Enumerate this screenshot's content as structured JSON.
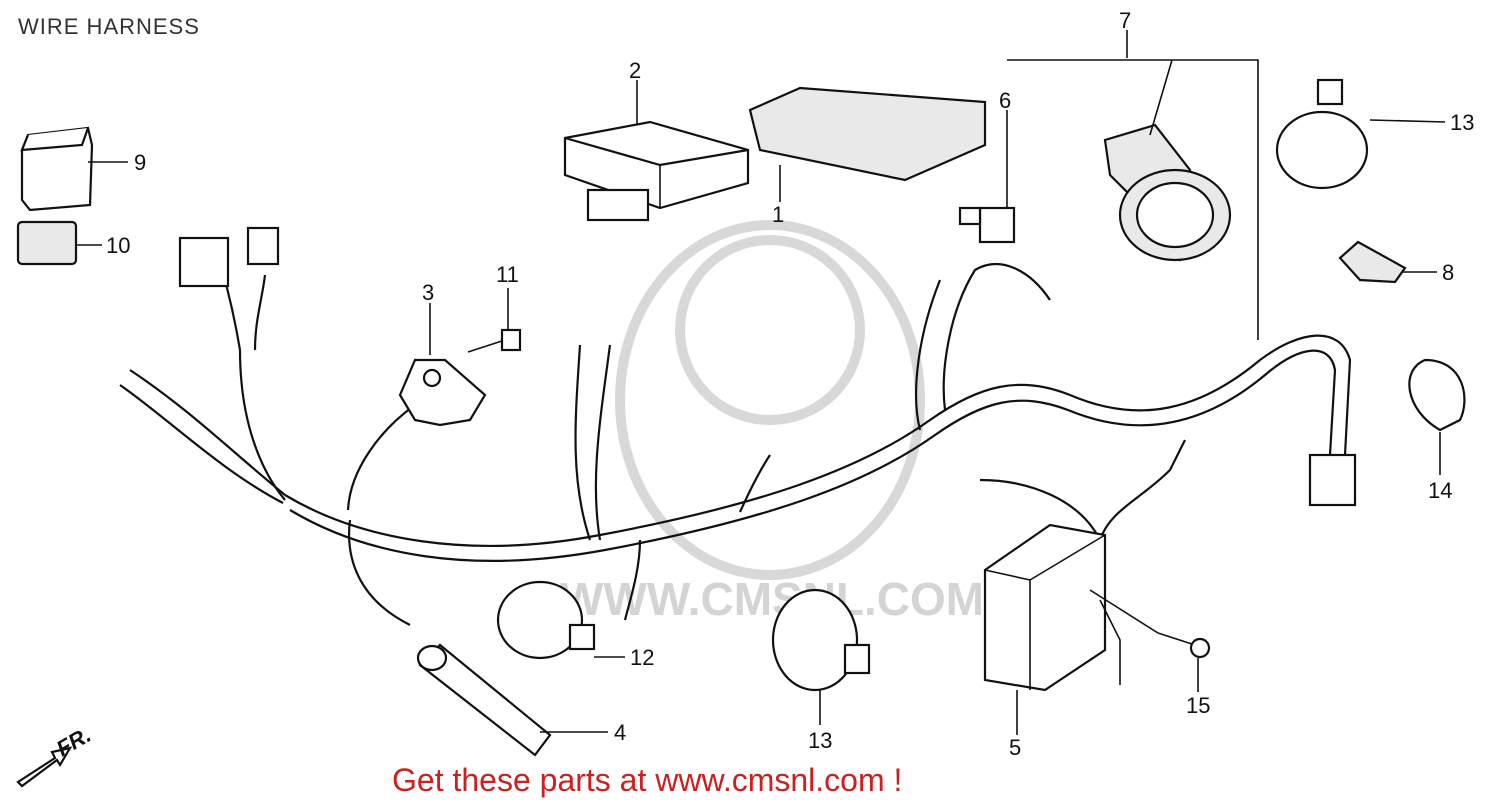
{
  "title": "WIRE HARNESS",
  "footer": "Get these parts at www.cmsnl.com !",
  "watermark": "WWW.CMSNL.COM",
  "direction_label": "FR.",
  "callouts": {
    "c1": "1",
    "c2": "2",
    "c3": "3",
    "c4": "4",
    "c5": "5",
    "c6": "6",
    "c7": "7",
    "c8": "8",
    "c9": "9",
    "c10": "10",
    "c11": "11",
    "c12": "12",
    "c13a": "13",
    "c13b": "13",
    "c14": "14",
    "c15": "15"
  },
  "colors": {
    "footer": "#cc1f1f",
    "line": "#111111",
    "watermark": "#d4d4d4"
  }
}
